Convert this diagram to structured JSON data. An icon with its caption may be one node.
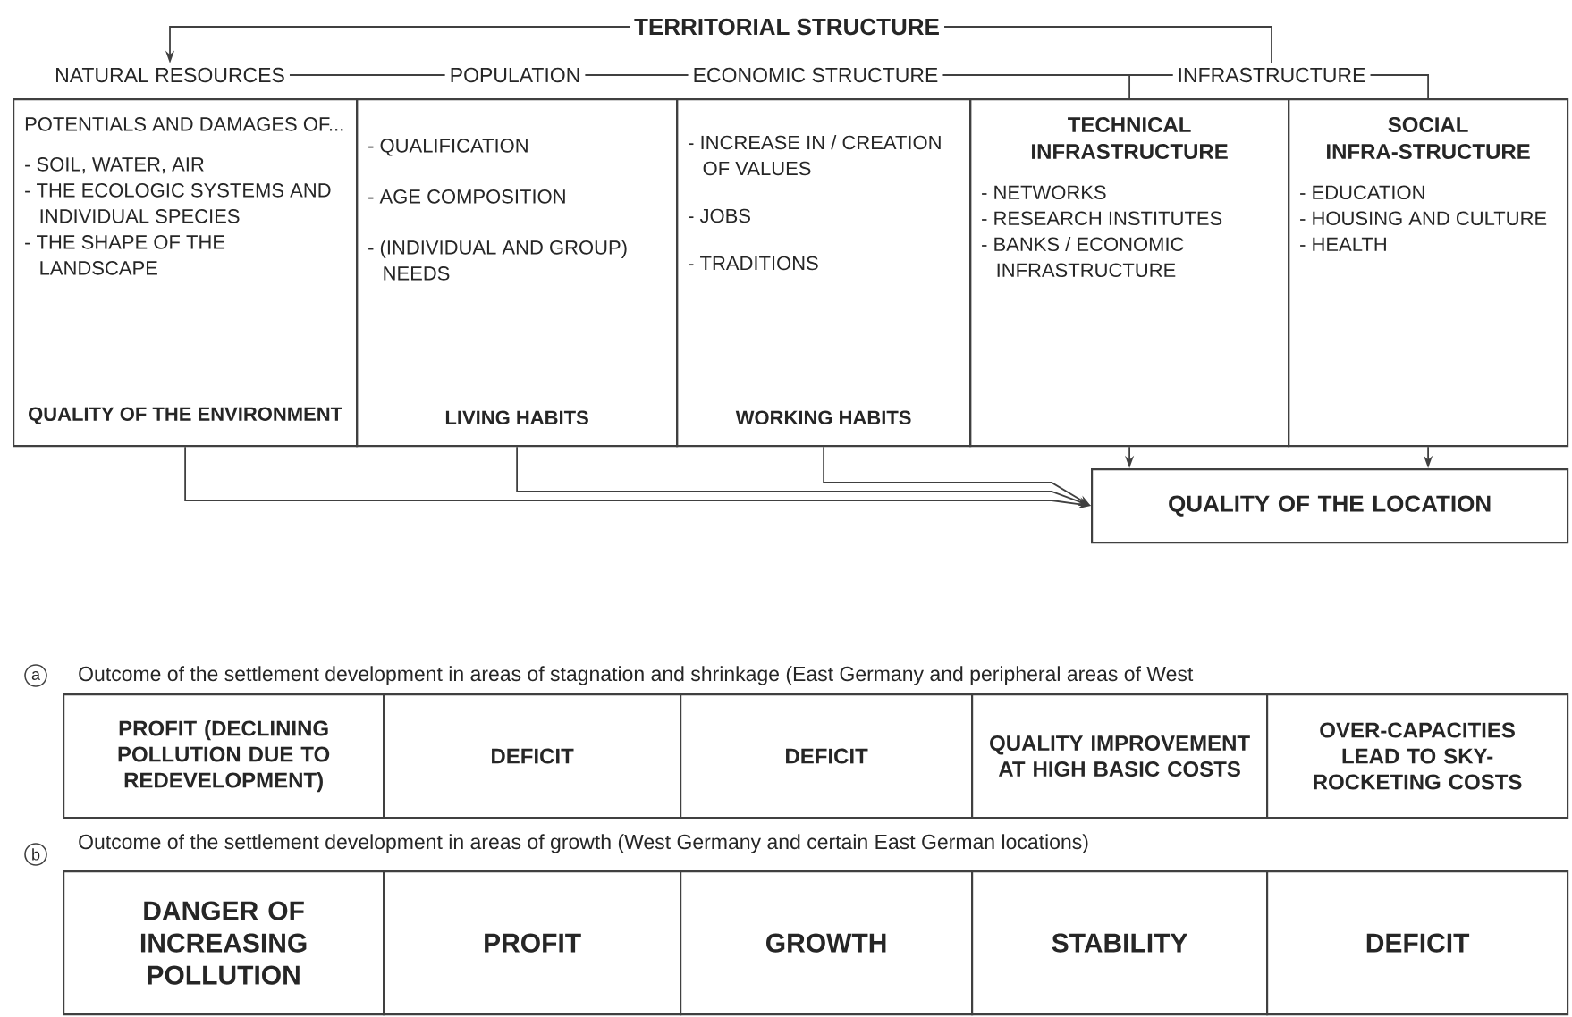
{
  "diagram": {
    "nodes": [
      {
        "text": [
          "TERRITORIAL STRUCTURE"
        ]
      },
      {
        "text": [
          "NATURAL RESOURCES"
        ]
      },
      {
        "text": [
          "POPULATION"
        ]
      },
      {
        "text": [
          "ECONOMIC STRUCTURE"
        ]
      },
      {
        "text": [
          "INFRASTRUCTURE"
        ]
      },
      {
        "text": [
          "POTENTIALS AND DAMAGES OF...",
          "- SOIL, WATER, AIR",
          "- THE ECOLOGIC SYSTEMS AND INDIVIDUAL SPECIES",
          "- THE SHAPE OF THE LANDSCAPE",
          "QUALITY OF THE ENVIRONMENT"
        ]
      },
      {
        "text": [
          "- QUALIFICATION",
          "- AGE COMPOSITION",
          "- (INDIVIDUAL AND GROUP) NEEDS",
          "LIVING HABITS"
        ]
      },
      {
        "text": [
          "- INCREASE IN / CREATION OF VALUES",
          "- JOBS",
          "- TRADITIONS",
          "WORKING HABITS"
        ]
      },
      {
        "text": [
          "TECHNICAL INFRASTRUCTURE",
          "- NETWORKS",
          "- RESEARCH INSTITUTES",
          "- BANKS / ECONOMIC INFRASTRUCTURE"
        ]
      },
      {
        "text": [
          "SOCIAL INFRA-STRUCTURE",
          "- EDUCATION",
          "- HOUSING AND CULTURE",
          "- HEALTH"
        ]
      },
      {
        "text": [
          "QUALITY OF THE LOCATION"
        ]
      },
      {
        "text": [
          "PROFIT (DECLINING POLLUTION DUE TO REDEVELOPMENT)"
        ]
      },
      {
        "text": [
          "DEFICIT"
        ]
      },
      {
        "text": [
          "DEFICIT"
        ]
      },
      {
        "text": [
          "QUALITY IMPROVEMENT AT HIGH BASIC COSTS"
        ]
      },
      {
        "text": [
          "OVER-CAPACITIES LEAD TO SKY-ROCKETING COSTS"
        ]
      },
      {
        "text": [
          "DANGER OF INCREASING POLLUTION"
        ]
      },
      {
        "text": [
          "PROFIT"
        ]
      },
      {
        "text": [
          "GROWTH"
        ]
      },
      {
        "text": [
          "STABILITY"
        ]
      },
      {
        "text": [
          "DEFICIT"
        ]
      }
    ],
    "edges": [
      {
        "from": 0,
        "to": 1,
        "arrow": "to"
      },
      {
        "from": 0,
        "to": 4,
        "arrow": "none"
      },
      {
        "from": 1,
        "to": 2,
        "arrow": "none"
      },
      {
        "from": 2,
        "to": 3,
        "arrow": "none"
      },
      {
        "from": 3,
        "to": 4,
        "arrow": "none"
      },
      {
        "from": 4,
        "to": 8,
        "arrow": "none"
      },
      {
        "from": 4,
        "to": 9,
        "arrow": "none"
      },
      {
        "from": 5,
        "to": 10,
        "arrow": "to"
      },
      {
        "from": 6,
        "to": 10,
        "arrow": "to"
      },
      {
        "from": 7,
        "to": 10,
        "arrow": "to"
      },
      {
        "from": 8,
        "to": 10,
        "arrow": "to"
      },
      {
        "from": 9,
        "to": 10,
        "arrow": "to"
      }
    ],
    "labels": [
      "a",
      "Outcome of the settlement development in areas of stagnation and shrinkage (East Germany and peripheral areas of West",
      "b",
      "Outcome of the settlement development in areas of growth (West Germany and certain East German locations)"
    ]
  }
}
